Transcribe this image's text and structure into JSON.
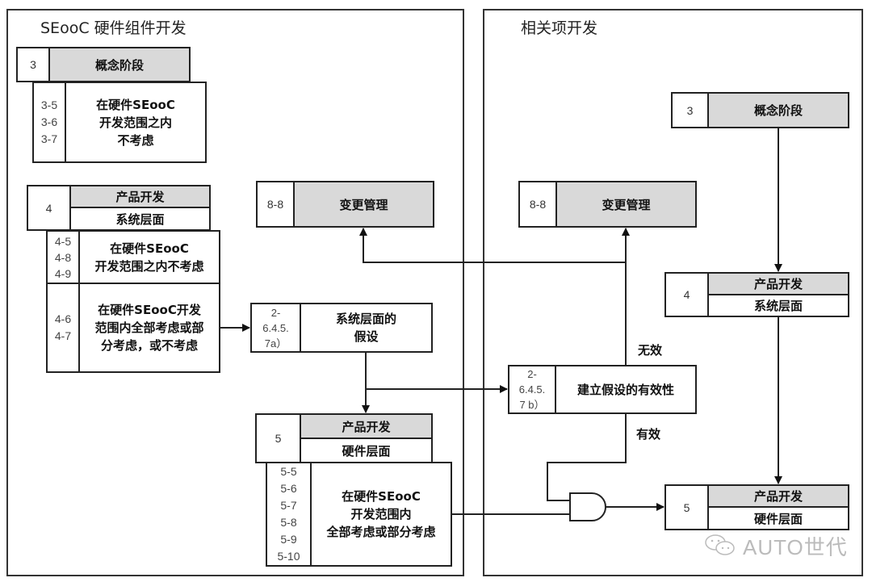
{
  "left_panel": {
    "title": "SEooC 硬件组件开发",
    "concept": {
      "num": "3",
      "label": "概念阶段",
      "refs": "3-5\n3-6\n3-7",
      "note": "在硬件SEooC\n开发范围之内\n不考虑"
    },
    "product_dev": {
      "num": "4",
      "label": "产品开发",
      "sub": "系统层面",
      "row1_refs": "4-5\n4-8\n4-9",
      "row1_note": "在硬件SEooC\n开发范围之内不考虑",
      "row2_refs": "4-6\n4-7",
      "row2_note": "在硬件SEooC开发\n范围内全部考虑或部\n分考虑，或不考虑"
    },
    "change_mgmt": {
      "num": "8-8",
      "label": "变更管理"
    },
    "assumption": {
      "ref": "2-\n6.4.5.\n7a）",
      "label": "系统层面的\n假设"
    },
    "hw_dev": {
      "num": "5",
      "label": "产品开发",
      "sub": "硬件层面",
      "refs": "5-5\n5-6\n5-7\n5-8\n5-9\n5-10",
      "note": "在硬件SEooC\n开发范围内\n全部考虑或部分考虑"
    }
  },
  "right_panel": {
    "title": "相关项开发",
    "concept": {
      "num": "3",
      "label": "概念阶段"
    },
    "change_mgmt": {
      "num": "8-8",
      "label": "变更管理"
    },
    "system_dev": {
      "num": "4",
      "label": "产品开发",
      "sub": "系统层面"
    },
    "validity": {
      "ref": "2-\n6.4.5.\n7 b）",
      "label": "建立假设的有效性"
    },
    "invalid_label": "无效",
    "valid_label": "有效",
    "hw_dev": {
      "num": "5",
      "label": "产品开发",
      "sub": "硬件层面"
    }
  },
  "watermark": "AUTO世代"
}
